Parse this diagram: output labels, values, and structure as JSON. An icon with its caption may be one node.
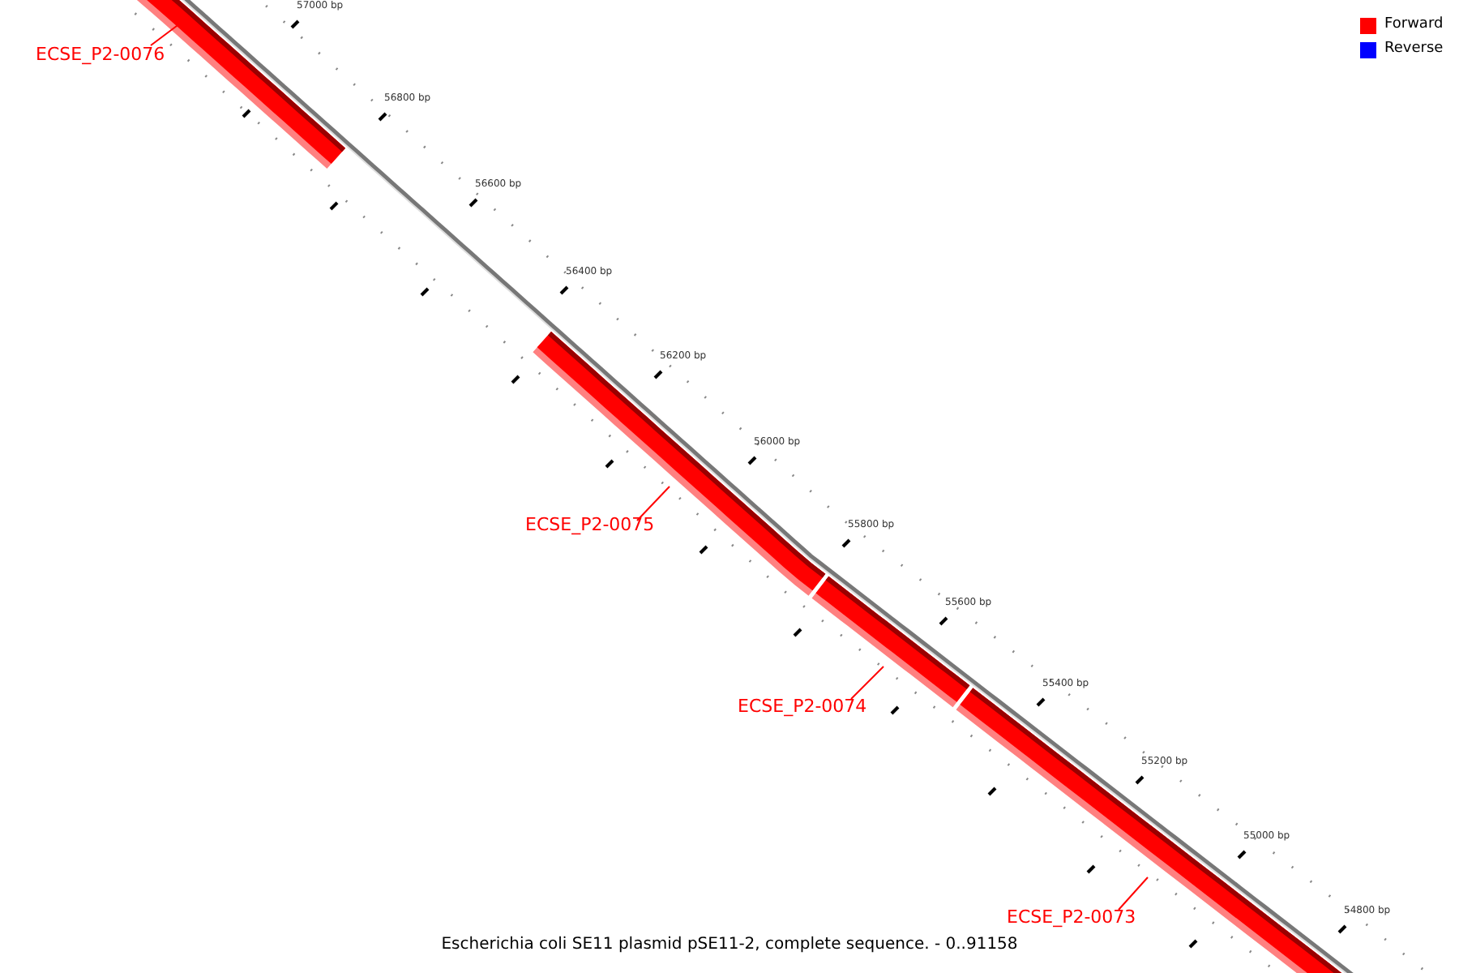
{
  "diagram": {
    "caption": "Escherichia coli SE11 plasmid pSE11-2, complete sequence. - 0..91158",
    "nodes": [
      {
        "text": [
          "ECSE_P2-0076"
        ]
      },
      {
        "text": [],
        "shape": "bar"
      },
      {
        "text": [
          "ECSE_P2-0075"
        ]
      },
      {
        "text": [],
        "shape": "bar"
      },
      {
        "text": [
          "ECSE_P2-0074"
        ]
      },
      {
        "text": [],
        "shape": "bar"
      },
      {
        "text": [
          "ECSE_P2-0073"
        ]
      },
      {
        "text": [],
        "shape": "bar"
      }
    ],
    "edges": [
      {
        "from": 0,
        "to": 1,
        "arrow": "none"
      },
      {
        "from": 2,
        "to": 3,
        "arrow": "none"
      },
      {
        "from": 4,
        "to": 5,
        "arrow": "none"
      },
      {
        "from": 6,
        "to": 7,
        "arrow": "none"
      }
    ],
    "labels": [
      "57000 bp",
      "56800 bp",
      "56600 bp",
      "56400 bp",
      "56200 bp",
      "56000 bp",
      "55800 bp",
      "55600 bp",
      "55400 bp",
      "55200 bp",
      "55000 bp",
      "54800 bp"
    ],
    "legend": [
      {
        "text": "Forward",
        "color": "#ff0000"
      },
      {
        "text": "Reverse",
        "color": "#0000ff"
      }
    ]
  }
}
